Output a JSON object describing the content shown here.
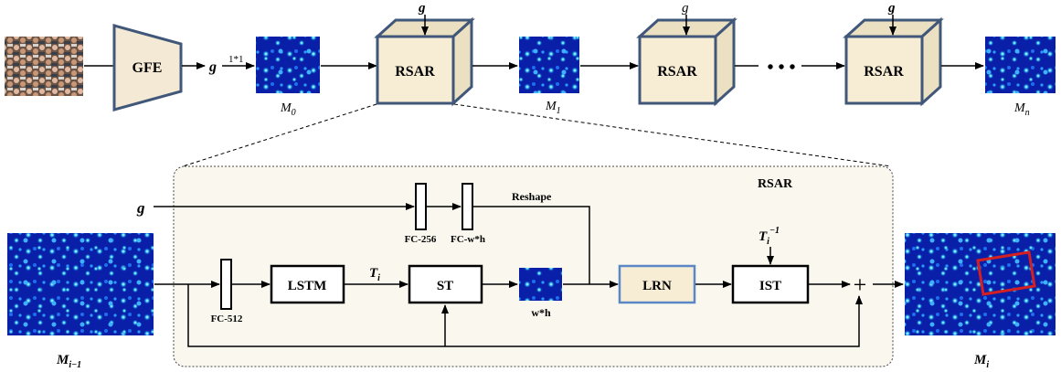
{
  "top_row": {
    "gfe_label": "GFE",
    "g_label": "g",
    "conv_label": "1*1",
    "rsar_label": "RSAR",
    "map_labels": {
      "m0": "M",
      "m0_sub": "0",
      "m1": "M",
      "m1_sub": "1",
      "mn": "M",
      "mn_sub": "n"
    },
    "dots": "• • •"
  },
  "detail": {
    "panel_title": "RSAR",
    "g_input": "g",
    "fc256": "FC-256",
    "fcwh": "FC-w*h",
    "reshape": "Reshape",
    "fc512": "FC-512",
    "lstm": "LSTM",
    "ti": "T",
    "ti_sub": "i",
    "st": "ST",
    "wh": "w*h",
    "lrn": "LRN",
    "ist": "IST",
    "ti_inv": "T",
    "ti_inv_sub": "i",
    "ti_inv_sup": "−1",
    "plus": "+",
    "in_map": "M",
    "in_map_sub": "i−1",
    "out_map": "M",
    "out_map_sub": "i"
  },
  "colors": {
    "box_stroke": "#41577a",
    "gfe_fill": "#f3e9d4",
    "rsar_front": "#f7edd5",
    "rsar_side": "#ece0c2",
    "panel_fill": "#f9f7ee",
    "heatmap_bg": "#0a1fa8",
    "lrn_stroke": "#5b87c7",
    "highlight_box": "#d42020"
  }
}
